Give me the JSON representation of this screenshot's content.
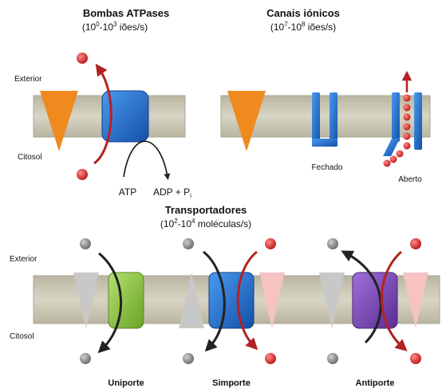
{
  "pumps": {
    "title": "Bombas ATPases",
    "rate_base": "(10",
    "rate_exp1": "0",
    "rate_mid": "-10",
    "rate_exp2": "3",
    "rate_unit": " iões/s)",
    "atp": "ATP",
    "adp": "ADP + P",
    "pi_sub": "i"
  },
  "channels": {
    "title": "Canais iónicos",
    "rate_base": "(10",
    "rate_exp1": "7",
    "rate_mid": "-10",
    "rate_exp2": "8",
    "rate_unit": " iões/s)",
    "closed": "Fechado",
    "open": "Aberto"
  },
  "transporters": {
    "title": "Transportadores",
    "rate_base": "(10",
    "rate_exp1": "2",
    "rate_mid": "-10",
    "rate_exp2": "4",
    "rate_unit": " moléculas/s)",
    "uniport": "Uniporte",
    "symport": "Simporte",
    "antiport": "Antiporte"
  },
  "sides": {
    "exterior": "Exterior",
    "cytosol": "Citosol"
  },
  "colors": {
    "membrane": "#cdc9b6",
    "orange": "#f08a1e",
    "red_ion": "#d42a2a",
    "grey_ion": "#8c8c8c",
    "blue": "#1f6fd6",
    "green": "#8cc63f",
    "purple": "#7c45b5",
    "pink": "#f6c2c2"
  }
}
